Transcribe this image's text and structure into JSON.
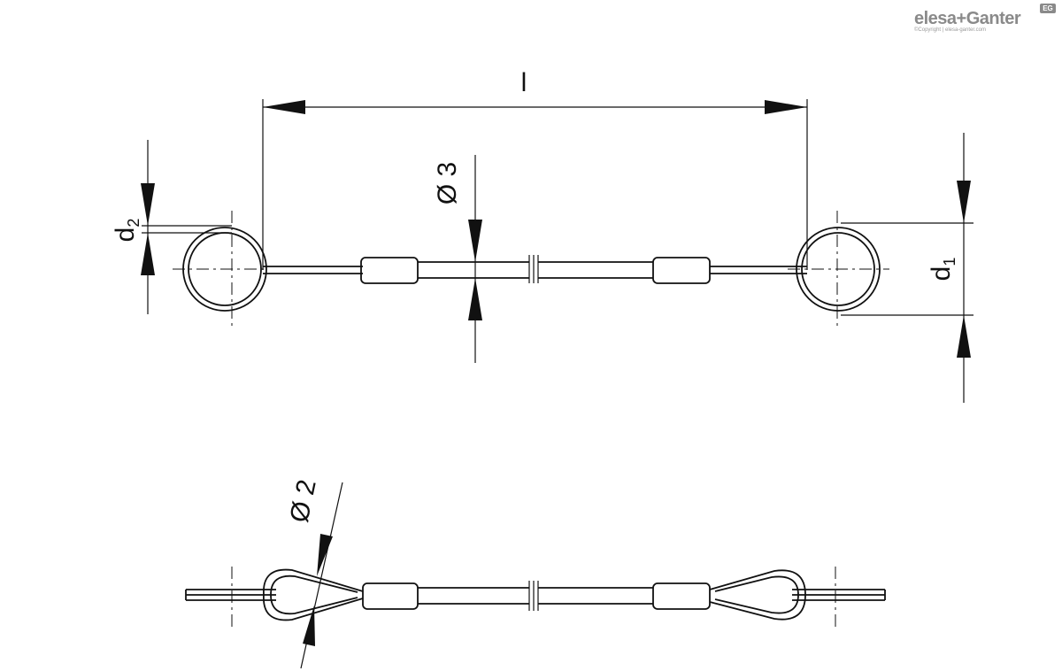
{
  "brand": {
    "name": "elesa+Ganter",
    "copyright": "©Copyright | elesa-ganter.com",
    "badge": "EG"
  },
  "dimensions": {
    "length": "l",
    "wire_diameter": "Ø 3",
    "eyelet_wire_diameter": "Ø 2",
    "d2_base": "d",
    "d2_sub": "2",
    "d1_base": "d",
    "d1_sub": "1"
  }
}
